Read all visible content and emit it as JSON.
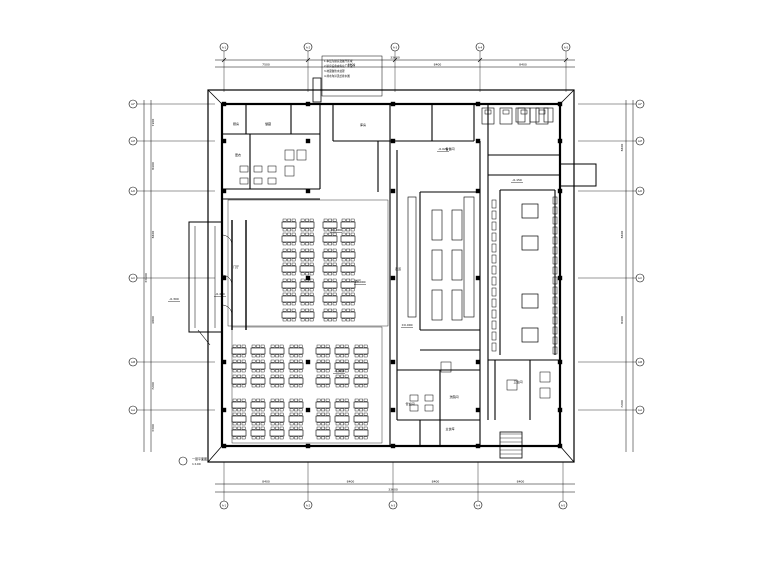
{
  "drawing": {
    "top_dims": [
      "7500",
      "8400",
      "8400",
      "8400"
    ],
    "top_total": "33600",
    "bottom_dims": [
      "8400",
      "8400",
      "8400",
      "8400"
    ],
    "bottom_total": "33600",
    "left_dims": [
      "7200",
      "8400",
      "8400",
      "4800",
      "7200",
      "3300"
    ],
    "left_total": "33600",
    "right_dims": [
      "8400",
      "8400",
      "8400",
      "7200"
    ],
    "grid_top": [
      "A-1",
      "A-2",
      "A-3",
      "A-4",
      "A-5"
    ],
    "grid_bottom": [
      "A-1",
      "A-2",
      "A-3",
      "A-4",
      "A-5"
    ],
    "grid_left": [
      "A-F",
      "A-E",
      "A-D",
      "A-C",
      "A-B",
      "A-A"
    ],
    "grid_right": [
      "A-F",
      "A-E",
      "A-D",
      "A-C",
      "A-B",
      "A-A"
    ],
    "levels": [
      "±0.000",
      "-0.300",
      "-0.025",
      "-0.150",
      "±0.000",
      "-0.020",
      "-0.450",
      "±0.000"
    ],
    "room_labels": [
      "厨房",
      "储藏",
      "更衣",
      "备餐间",
      "餐厅",
      "门厅",
      "走道",
      "库房",
      "卫生间",
      "售饭间",
      "洗碗间",
      "主食库"
    ],
    "note_lines": [
      "1.本层为厨房及餐厅区域",
      "2.厨房设备由专业厂家设计",
      "3.地面做防水处理",
      "4.排水沟详见给排水图"
    ],
    "title": "一层平面图",
    "scale": "1:100"
  }
}
